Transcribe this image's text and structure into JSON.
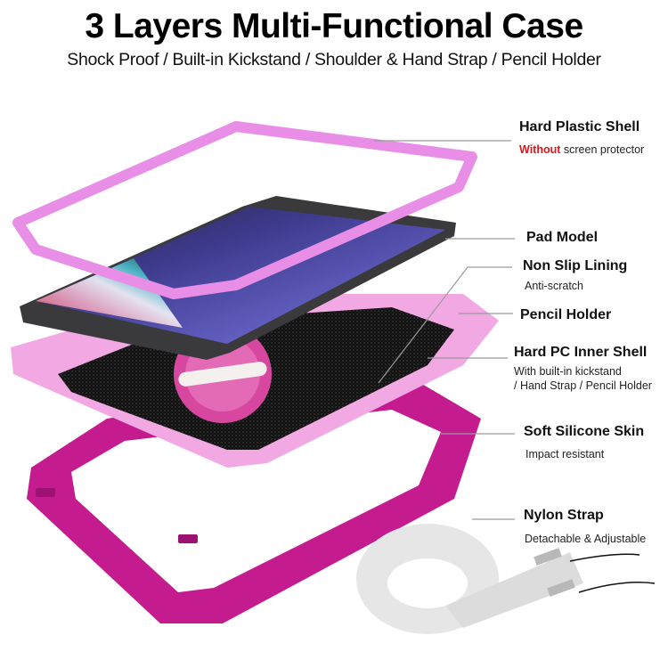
{
  "header": {
    "title": "3 Layers Multi-Functional Case",
    "subtitle": "Shock Proof / Built-in Kickstand / Shoulder & Hand Strap / Pencil Holder"
  },
  "callouts": [
    {
      "label": "Hard Plastic Shell",
      "note_highlight": "Without",
      "note": " screen protector"
    },
    {
      "label": "Pad Model"
    },
    {
      "label": "Non Slip Lining",
      "note": "Anti-scratch"
    },
    {
      "label": "Pencil Holder"
    },
    {
      "label": "Hard PC Inner Shell",
      "note_line1": "With built-in kickstand",
      "note_line2": "/ Hand Strap / Pencil Holder"
    },
    {
      "label": "Soft Silicone Skin",
      "note": "Impact resistant"
    },
    {
      "label": "Nylon Strap",
      "note": "Detachable & Adjustable"
    }
  ],
  "colors": {
    "frame_pink": "#e88ee6",
    "inner_shell_pink": "#f1a8e3",
    "silicone_magenta": "#c41c8e",
    "tablet_bezel": "#3a3a3c",
    "screen_blue": "#5a55c8",
    "highlight_red": "#e0141a",
    "strap_gray": "#e6e6e6"
  }
}
